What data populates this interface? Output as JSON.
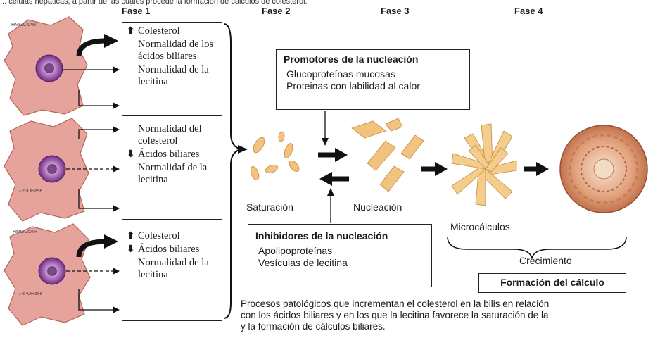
{
  "top_text": "... células hepáticas, a partir de las cuales procede la formación de cálculos de colesterol.",
  "phases": [
    "Fase 1",
    "Fase 2",
    "Fase 3",
    "Fase 4"
  ],
  "cell_labels": {
    "hmgcoa": "HMGCoAR",
    "ohase": "7-α-OHase"
  },
  "box1": {
    "lines": [
      "Colesterol",
      "Normalidad de los ácidos biliares",
      "Normalidad de la lecitina"
    ]
  },
  "box2": {
    "lines": [
      "Normalidad del colesterol",
      "Ácidos biliares",
      "Normalidaf de la lecitina"
    ]
  },
  "box3": {
    "lines": [
      "Colesterol",
      "Ácidos biliares",
      "Normalidad de la lecitina"
    ]
  },
  "promoters": {
    "title": "Promotores de la nucleación",
    "items": [
      "Glucoproteínas mucosas",
      "Proteinas con labilidad al calor"
    ]
  },
  "inhibitors": {
    "title": "Inhibidores de la nucleación",
    "items": [
      "Apolipoproteínas",
      "Vesículas de lecitina"
    ]
  },
  "stages": {
    "saturation": "Saturación",
    "nucleation": "Nucleación",
    "microcalc": "Microcálculos",
    "growth": "Crecimiento"
  },
  "formation": "Formación del cálculo",
  "caption": [
    "Procesos patológicos que incrementan el colesterol en la bilis en relación",
    "con los ácidos biliares y en los que la lecitina favorece la saturación de la",
    "y la formación de cálculos biliares."
  ],
  "colors": {
    "cell": "#e6a39b",
    "cell_edge": "#b5645c",
    "nucleus": "#7b3d8e",
    "crystal": "#f2c27e",
    "stone": "#d98a5f"
  }
}
